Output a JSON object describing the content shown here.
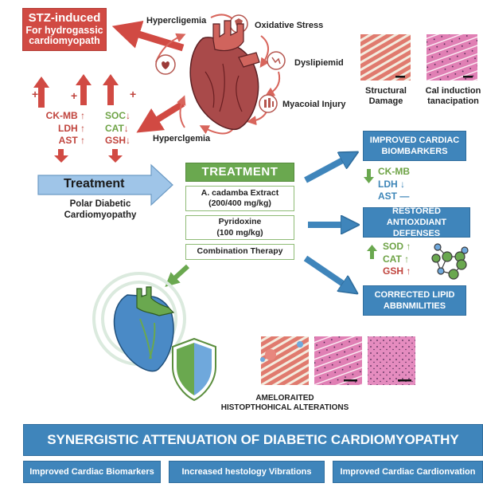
{
  "colors": {
    "red": "#d14a43",
    "green": "#6aa84f",
    "blue": "#3f85bb",
    "light_blue_arrow": "#9fc5e8"
  },
  "stz_box": {
    "line1": "STZ-induced",
    "line2": "For hydrogassic",
    "line3": "cardiomyopath"
  },
  "heart_cycle": {
    "labels": {
      "hyperglycemia_top": "Hypercligemia",
      "oxidative_stress": "Oxidative Stress",
      "dyslipidemia": "Dyslipiemid",
      "myocardial_injury": "Myacoial Injury",
      "hyperglycemia_bottom": "Hyperclgemia"
    },
    "icons": [
      "heart-icon",
      "molecule-icon",
      "lipid-icon",
      "injury-icon"
    ]
  },
  "top_histology": [
    {
      "caption_line1": "Structural",
      "caption_line2": "Damage"
    },
    {
      "caption_line1": "Cal induction",
      "caption_line2": "tanacipation"
    }
  ],
  "markers_left": {
    "plus": "+",
    "cardiac": [
      {
        "name": "CK-MB",
        "arrow": "↑"
      },
      {
        "name": "LDH",
        "arrow": "↑"
      },
      {
        "name": "AST",
        "arrow": "↑"
      }
    ],
    "antioxidant": [
      {
        "name": "SOC",
        "arrow": "↓"
      },
      {
        "name": "CAT",
        "arrow": "↓"
      },
      {
        "name": "GSH",
        "arrow": "↓"
      }
    ]
  },
  "treatment_arrow": {
    "label": "Treatment",
    "caption_line1": "Polar Diabetic",
    "caption_line2": "Cardiomyopathy"
  },
  "treatment_panel": {
    "header": "TREATMENT",
    "items": [
      {
        "line1": "A. cadamba Extract",
        "line2": "(200/400 mg/kg)"
      },
      {
        "line1": "Pyridoxine",
        "line2": "(100 mg/kg)"
      },
      {
        "line1": "Combination Therapy",
        "line2": ""
      }
    ]
  },
  "outcomes": [
    {
      "line1": "IMPROVED CARDIAC",
      "line2": "BIOMBARKERS"
    },
    {
      "line1": "RESTORED ANTIOXDIANT",
      "line2": "DEFENSES"
    },
    {
      "line1": "CORRECTED LIPID",
      "line2": "ABBNMILITIES"
    }
  ],
  "outcome_markers_cardiac": [
    {
      "name": "CK-MB",
      "arrow": ""
    },
    {
      "name": "LDH",
      "arrow": "↓"
    },
    {
      "name": "AST",
      "arrow": "—"
    }
  ],
  "outcome_markers_antioxidant": [
    {
      "name": "SOD",
      "arrow": "↑"
    },
    {
      "name": "CAT",
      "arrow": "↑"
    },
    {
      "name": "GSH",
      "arrow": "↑"
    }
  ],
  "bottom_histology": {
    "caption_line1": "AMELORAITED",
    "caption_line2": "HISTOPTHOHICAL ALTERATIONS"
  },
  "banner": {
    "title": "SYNERGISTIC ATTENUATION OF DIABETIC CARDIOMYOPATHY",
    "items": [
      "Improved Cardiac Biomarkers",
      "Increased hestology Vibrations",
      "Improved Cardiac Cardionvation"
    ]
  }
}
